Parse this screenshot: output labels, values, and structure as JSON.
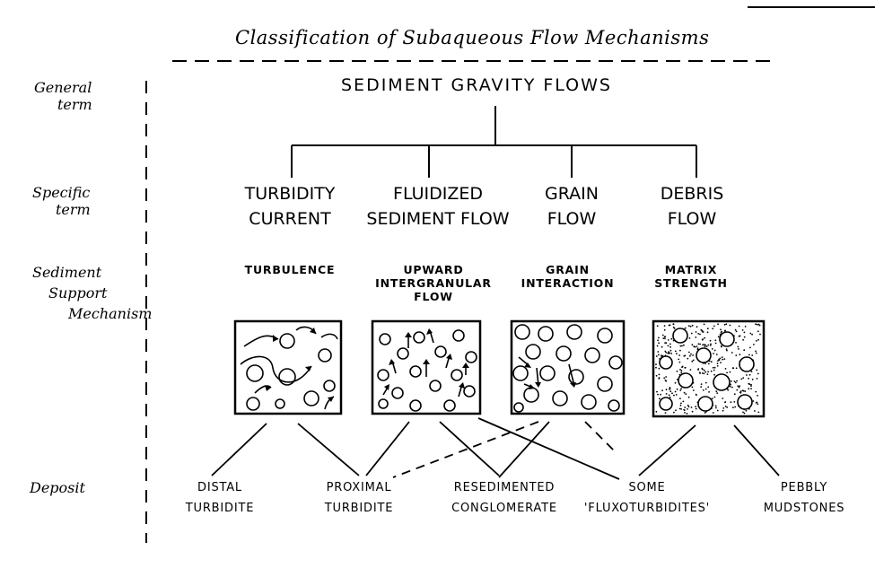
{
  "title": "Classification of Subaqueous Flow Mechanisms",
  "row_labels": {
    "general": [
      "General",
      "term"
    ],
    "specific": [
      "Specific",
      "term"
    ],
    "support": [
      "Sediment",
      "Support",
      "Mechanism"
    ],
    "deposit": "Deposit"
  },
  "general_term": "SEDIMENT GRAVITY FLOWS",
  "flows": [
    {
      "line1": "TURBIDITY",
      "line2": "CURRENT",
      "mechanism": [
        "TURBULENCE"
      ]
    },
    {
      "line1": "FLUIDIZED",
      "line2": "SEDIMENT FLOW",
      "mechanism": [
        "UPWARD",
        "INTERGRANULAR",
        "FLOW"
      ]
    },
    {
      "line1": "GRAIN",
      "line2": "FLOW",
      "mechanism": [
        "GRAIN",
        "INTERACTION"
      ]
    },
    {
      "line1": "DEBRIS",
      "line2": "FLOW",
      "mechanism": [
        "MATRIX",
        "STRENGTH"
      ]
    }
  ],
  "deposits": [
    {
      "line1": "DISTAL",
      "line2": "TURBIDITE"
    },
    {
      "line1": "PROXIMAL",
      "line2": "TURBIDITE"
    },
    {
      "line1": "RESEDIMENTED",
      "line2": "CONGLOMERATE"
    },
    {
      "line1": "SOME",
      "line2": "'FLUXOTURBIDITES'"
    },
    {
      "line1": "PEBBLY",
      "line2": "MUDSTONES"
    }
  ]
}
